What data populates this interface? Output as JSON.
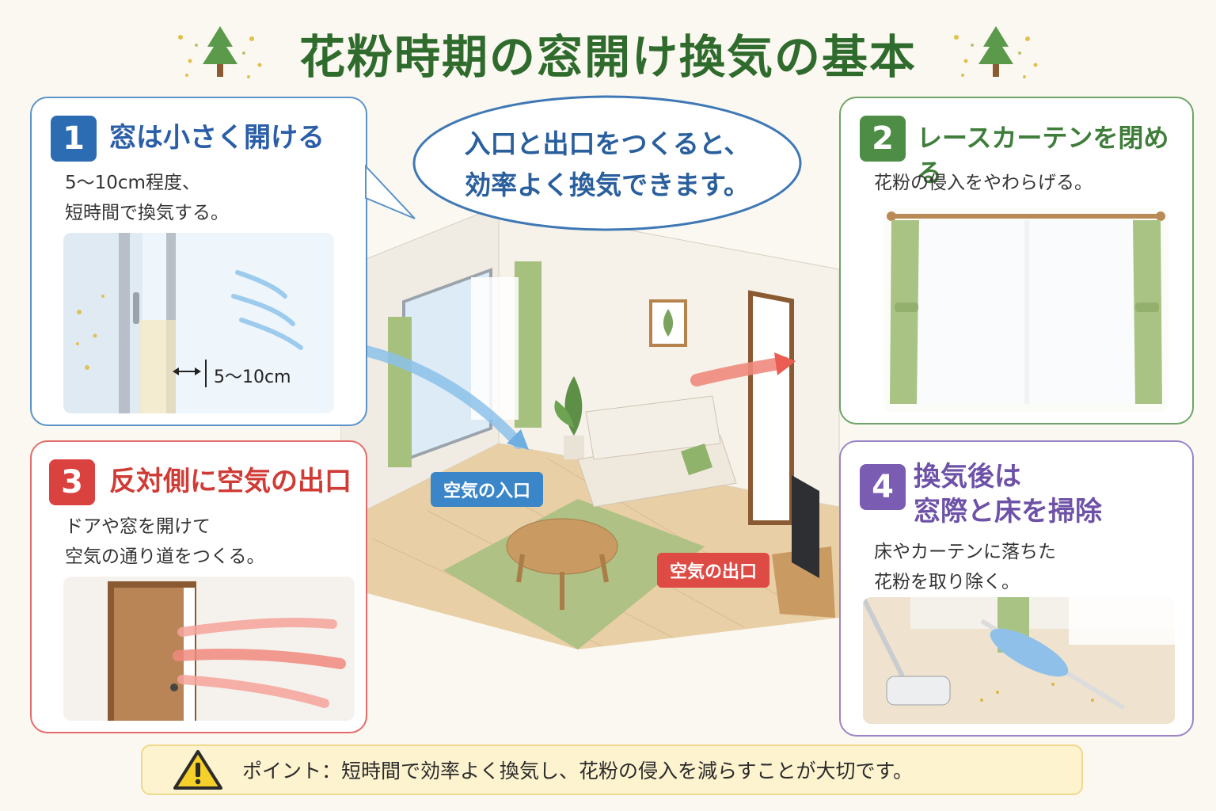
{
  "title": "花粉時期の窓開け換気の基本",
  "speech": {
    "line1": "入口と出口をつくると、",
    "line2": "効率よく換気できます。"
  },
  "cards": [
    {
      "number": "1",
      "heading": "窓は小さく開ける",
      "body_line1": "5～10cm程度、",
      "body_line2": "短時間で換気する。",
      "measure_label": "5～10cm",
      "color": "#2b6cb3"
    },
    {
      "number": "2",
      "heading": "レースカーテンを閉める",
      "body_line1": "花粉の侵入をやわらげる。",
      "color": "#4d8d45"
    },
    {
      "number": "3",
      "heading": "反対側に空気の出口",
      "body_line1": "ドアや窓を開けて",
      "body_line2": "空気の通り道をつくる。",
      "color": "#d9423e"
    },
    {
      "number": "4",
      "heading_line1": "換気後は",
      "heading_line2": "窓際と床を掃除",
      "body_line1": "床やカーテンに落ちた",
      "body_line2": "花粉を取り除く。",
      "color": "#7a5cb3"
    }
  ],
  "room": {
    "air_in_label": "空気の入口",
    "air_out_label": "空気の出口"
  },
  "note": {
    "icon": "warning-icon",
    "text": "ポイント：短時間で効率よく換気し、花粉の侵入を減らすことが大切です。"
  },
  "colors": {
    "title": "#2f6b2c",
    "blue": "#2b6cb3",
    "green": "#4d8d45",
    "red": "#d9423e",
    "purple": "#7a5cb3"
  }
}
